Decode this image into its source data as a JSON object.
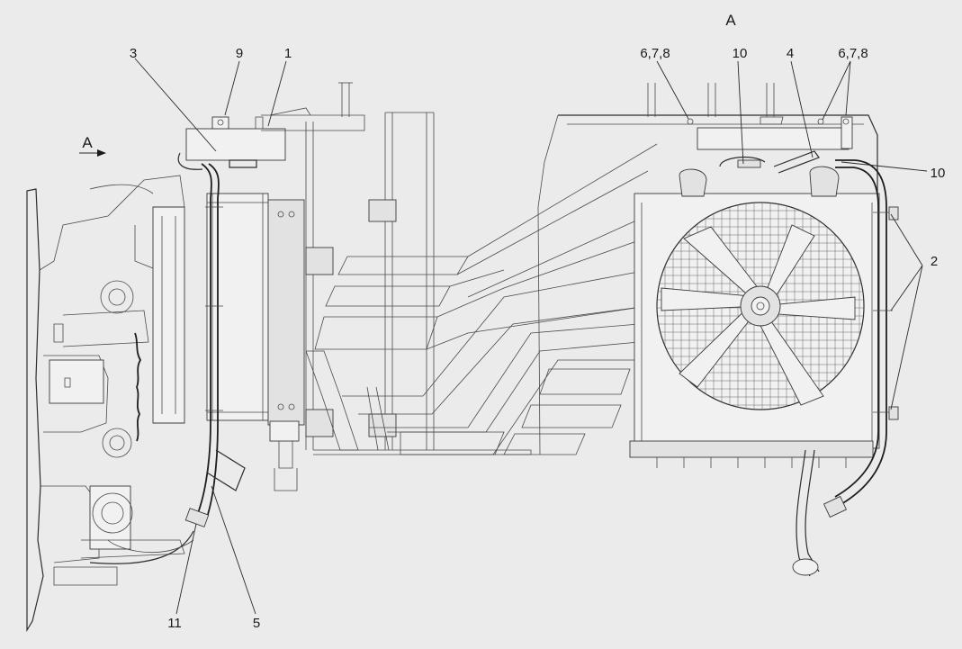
{
  "view_label": "A",
  "view_arrow_label": "A",
  "callouts": {
    "c1": "1",
    "c2": "2",
    "c3": "3",
    "c4": "4",
    "c5": "5",
    "c678_left": "6,7,8",
    "c678_right": "6,7,8",
    "c9": "9",
    "c10_top": "10",
    "c10_right": "10",
    "c11": "11"
  }
}
